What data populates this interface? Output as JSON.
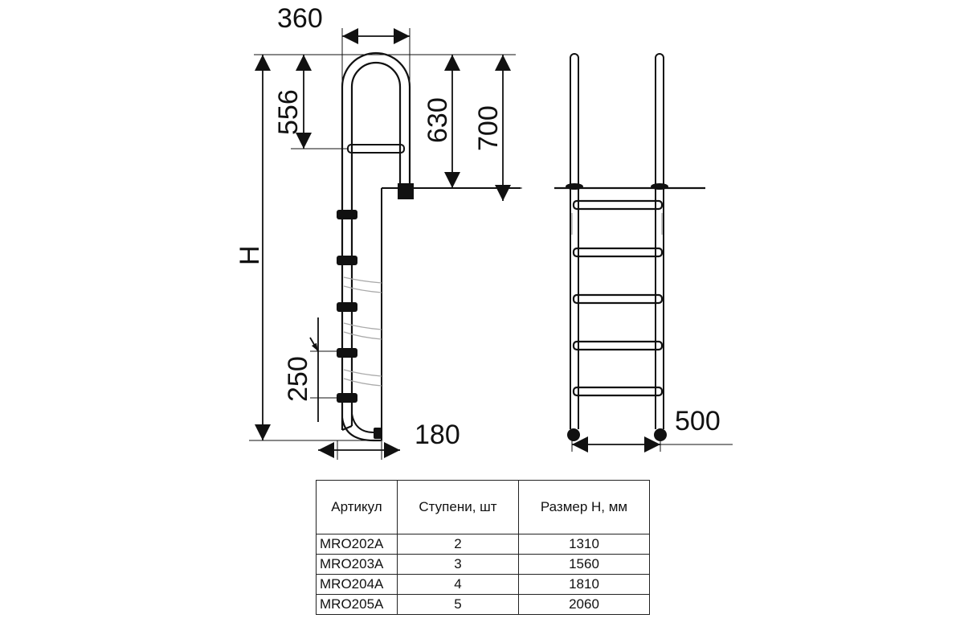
{
  "diagram": {
    "dimensions": {
      "top_width": "360",
      "rail_drop": "556",
      "handrail_height_630": "630",
      "handrail_height_700": "700",
      "total_height": "H",
      "step_pitch": "250",
      "offset": "180",
      "ladder_width": "500"
    },
    "colors": {
      "line": "#111111",
      "background": "#ffffff"
    }
  },
  "table": {
    "headers": [
      "Артикул",
      "Ступени, шт",
      "Размер H, мм"
    ],
    "rows": [
      [
        "MRO202A",
        "2",
        "1310"
      ],
      [
        "MRO203A",
        "3",
        "1560"
      ],
      [
        "MRO204A",
        "4",
        "1810"
      ],
      [
        "MRO205A",
        "5",
        "2060"
      ]
    ]
  }
}
